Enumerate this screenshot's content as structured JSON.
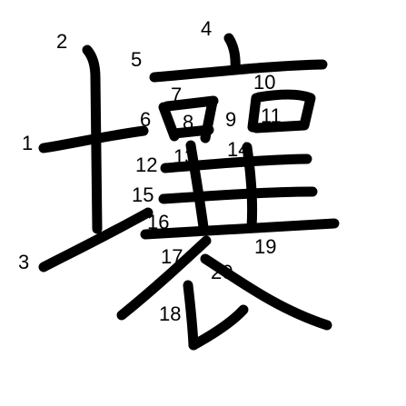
{
  "strokes": [
    {
      "number": "1"
    },
    {
      "number": "2"
    },
    {
      "number": "3"
    },
    {
      "number": "4"
    },
    {
      "number": "5"
    },
    {
      "number": "6"
    },
    {
      "number": "7"
    },
    {
      "number": "8"
    },
    {
      "number": "9"
    },
    {
      "number": "10"
    },
    {
      "number": "11"
    },
    {
      "number": "12"
    },
    {
      "number": "13"
    },
    {
      "number": "14"
    },
    {
      "number": "15"
    },
    {
      "number": "16"
    },
    {
      "number": "17"
    },
    {
      "number": "18"
    },
    {
      "number": "19"
    },
    {
      "number": "20"
    }
  ],
  "colors": {
    "ink": "#000000",
    "background": "#ffffff"
  }
}
